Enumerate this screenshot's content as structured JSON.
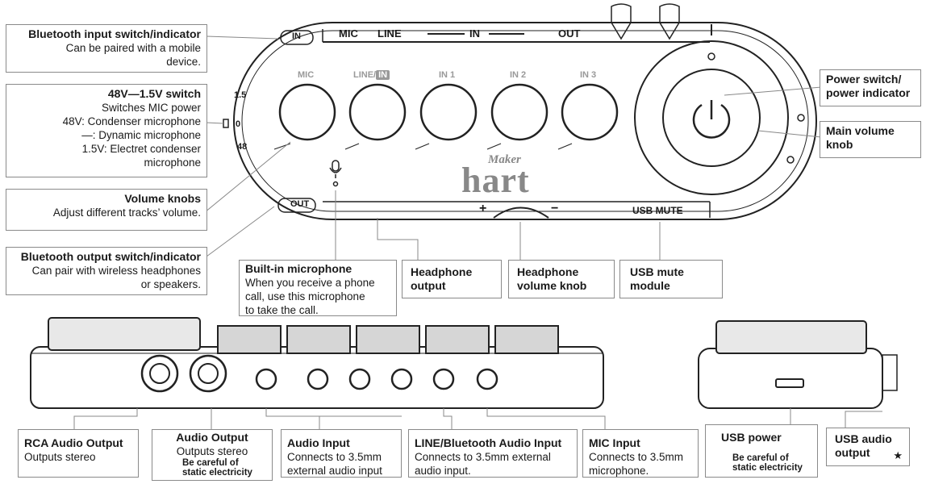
{
  "top": {
    "device_labels": {
      "mic": "MIC",
      "line": "LINE",
      "in": "IN",
      "out": "OUT",
      "knob_mic": "MIC",
      "knob_line_bt": "LINE/",
      "knob_bt_in": "IN",
      "knob_in1": "IN 1",
      "knob_in2": "IN 2",
      "knob_in3": "IN 3",
      "bt_in_badge": "IN",
      "bt_out_badge": "OUT",
      "switch_15": "1.5",
      "switch_0": "0",
      "switch_48": "48",
      "usb_mute": "USB MUTE",
      "plus": "+",
      "minus": "−",
      "logo_small": "Maker",
      "logo_big": "hart"
    },
    "callouts": {
      "bt_input": {
        "title": "Bluetooth input switch/indicator",
        "desc": [
          "Can be paired with a mobile",
          "device."
        ]
      },
      "switch_48v": {
        "title": "48V—1.5V switch",
        "desc": [
          "Switches MIC power",
          "48V: Condenser microphone",
          "—: Dynamic microphone",
          "1.5V: Electret condenser",
          "microphone"
        ]
      },
      "volume_knobs": {
        "title": "Volume knobs",
        "desc": [
          "Adjust different tracks’ volume."
        ]
      },
      "bt_output": {
        "title": "Bluetooth output switch/indicator",
        "desc": [
          "Can pair with wireless headphones",
          "or speakers."
        ]
      },
      "builtin_mic": {
        "title": "Built-in microphone",
        "desc": [
          "When you receive a phone",
          "call, use this microphone",
          "to take the call."
        ]
      },
      "headphone_out": {
        "title": "Headphone output"
      },
      "headphone_knob": {
        "title": "Headphone volume knob"
      },
      "usb_mute": {
        "title": "USB mute module"
      },
      "power": {
        "title": "Power switch/ power indicator"
      },
      "main_volume": {
        "title": "Main volume knob"
      }
    }
  },
  "bottom": {
    "callouts": {
      "rca": {
        "title": "RCA Audio Output",
        "desc": "Outputs stereo"
      },
      "audio_out": {
        "title": "Audio Output",
        "desc": "Outputs stereo",
        "warning": [
          "Be careful of",
          "static electricity"
        ]
      },
      "audio_in": {
        "title": "Audio Input",
        "desc": [
          "Connects to 3.5mm",
          "external audio input"
        ]
      },
      "line_bt": {
        "title": "LINE/Bluetooth Audio Input",
        "desc": [
          "Connects to 3.5mm external",
          "audio input."
        ]
      },
      "mic_in": {
        "title": "MIC Input",
        "desc": [
          "Connects to 3.5mm",
          "microphone."
        ]
      },
      "usb_power": {
        "title": "USB power",
        "warning": [
          "Be careful of",
          "static electricity"
        ]
      },
      "usb_audio": {
        "title": "USB audio output",
        "star": "★"
      }
    }
  }
}
